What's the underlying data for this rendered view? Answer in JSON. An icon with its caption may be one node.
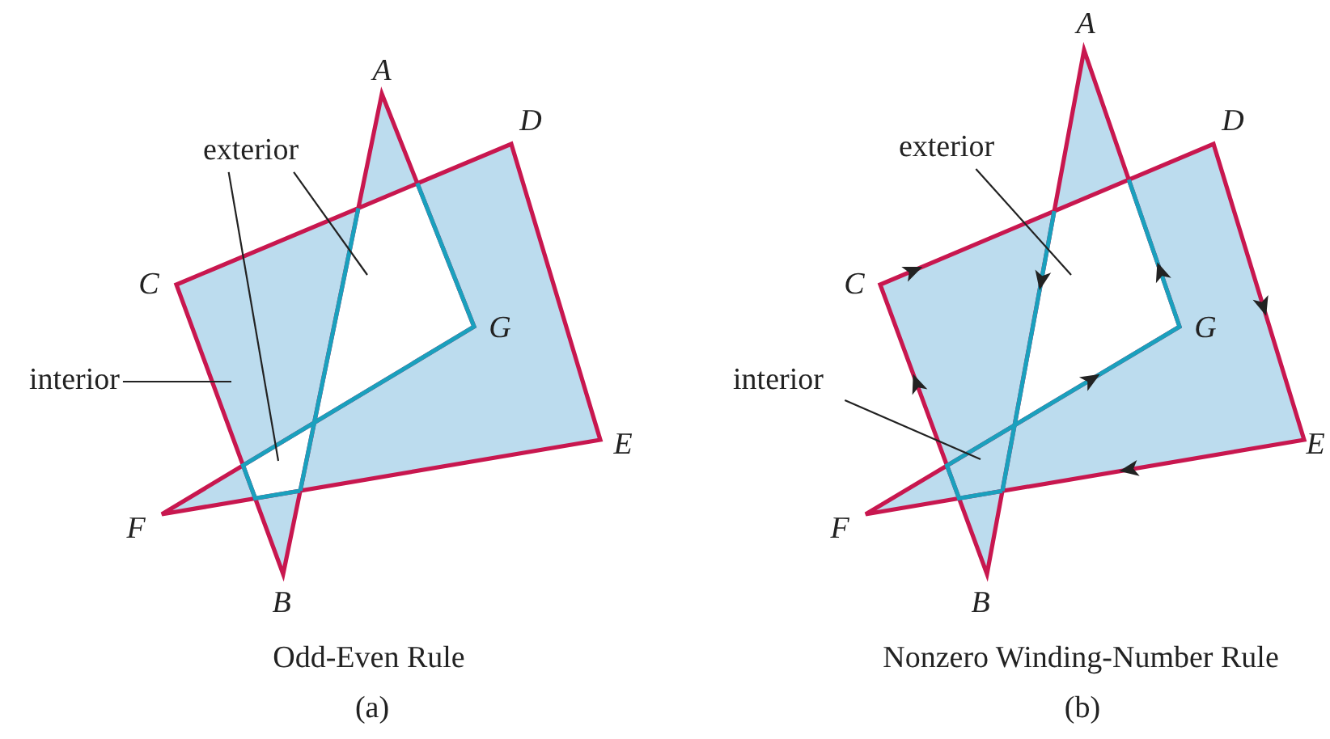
{
  "diagram": {
    "nodes": [
      {
        "text": [
          "exterior"
        ]
      },
      {
        "text": [
          "interior"
        ]
      },
      {
        "text": [
          "exterior"
        ]
      },
      {
        "text": [
          "interior"
        ]
      }
    ],
    "edges": [
      {
        "from": 0,
        "to": null,
        "arrow": "none"
      },
      {
        "from": 0,
        "to": null,
        "arrow": "none"
      },
      {
        "from": 1,
        "to": null,
        "arrow": "none"
      },
      {
        "from": 2,
        "to": null,
        "arrow": "none"
      },
      {
        "from": 3,
        "to": null,
        "arrow": "none"
      }
    ],
    "labels": [
      "A",
      "D",
      "C",
      "G",
      "E",
      "F",
      "B",
      "Odd-Even Rule",
      "(a)",
      "A",
      "D",
      "C",
      "G",
      "E",
      "F",
      "B",
      "Nonzero Winding-Number Rule",
      "(b)"
    ]
  }
}
